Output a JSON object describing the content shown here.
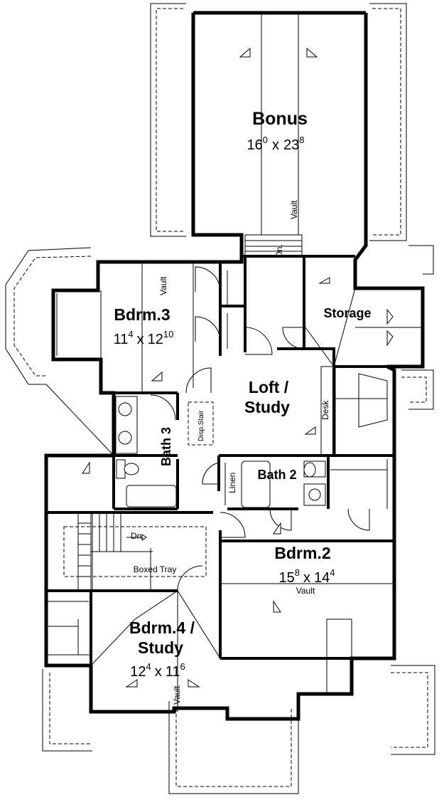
{
  "rooms": {
    "bonus": {
      "name": "Bonus",
      "w_ft": "16",
      "w_in": "0",
      "l_ft": "23",
      "l_in": "8"
    },
    "bdrm3": {
      "name": "Bdrm.3",
      "w_ft": "11",
      "w_in": "4",
      "l_ft": "12",
      "l_in": "10"
    },
    "storage": {
      "name": "Storage"
    },
    "loft": {
      "line1": "Loft /",
      "line2": "Study"
    },
    "bath3": {
      "name": "Bath 3"
    },
    "bath2": {
      "name": "Bath 2"
    },
    "bdrm2": {
      "name": "Bdrm.2",
      "w_ft": "15",
      "w_in": "8",
      "l_ft": "14",
      "l_in": "4"
    },
    "bdrm4": {
      "line1": "Bdrm.4 /",
      "line2": "Study",
      "w_ft": "12",
      "w_in": "4",
      "l_ft": "11",
      "l_in": "6"
    }
  },
  "labels": {
    "vault": "Vault",
    "down": "Dn.",
    "desk": "Desk",
    "linen": "Linen",
    "disp_stair": "Disp.Stair",
    "boxed_tray": "Boxed Tray",
    "x": "x"
  }
}
